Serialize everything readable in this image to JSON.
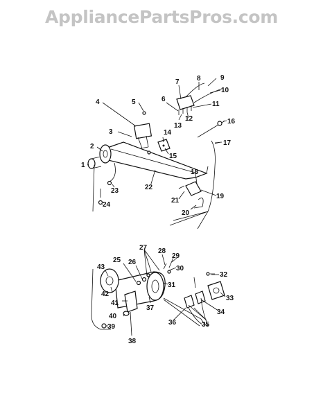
{
  "watermark": {
    "text": "AppliancePartsPros.com"
  },
  "callouts": [
    "1",
    "2",
    "3",
    "4",
    "5",
    "6",
    "7",
    "8",
    "9",
    "10",
    "11",
    "12",
    "13",
    "14",
    "15",
    "16",
    "17",
    "18",
    "19",
    "20",
    "21",
    "22",
    "23",
    "24",
    "25",
    "26",
    "27",
    "28",
    "29",
    "30",
    "31",
    "32",
    "33",
    "34",
    "35",
    "36",
    "37",
    "38",
    "39",
    "40",
    "41",
    "42",
    "43"
  ],
  "colors": {
    "ink": "#111111",
    "watermark": "#c4c4c4",
    "background": "#ffffff"
  }
}
